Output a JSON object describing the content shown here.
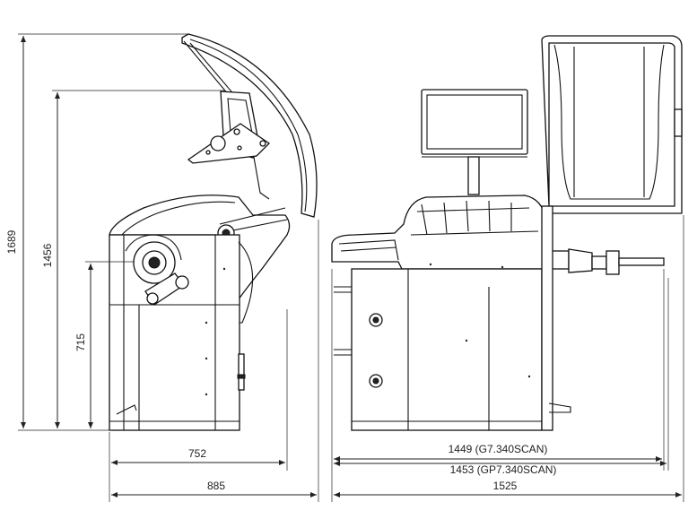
{
  "dimensions": {
    "side_height_total": "1689",
    "side_height_monitor": "1456",
    "side_height_body": "715",
    "side_width_body": "752",
    "side_width_total": "885",
    "front_width_g7": "1449 (G7.340SCAN)",
    "front_width_gp7": "1453 (GP7.340SCAN)",
    "front_width_total": "1525"
  },
  "colors": {
    "line": "#222222",
    "background": "#ffffff"
  }
}
